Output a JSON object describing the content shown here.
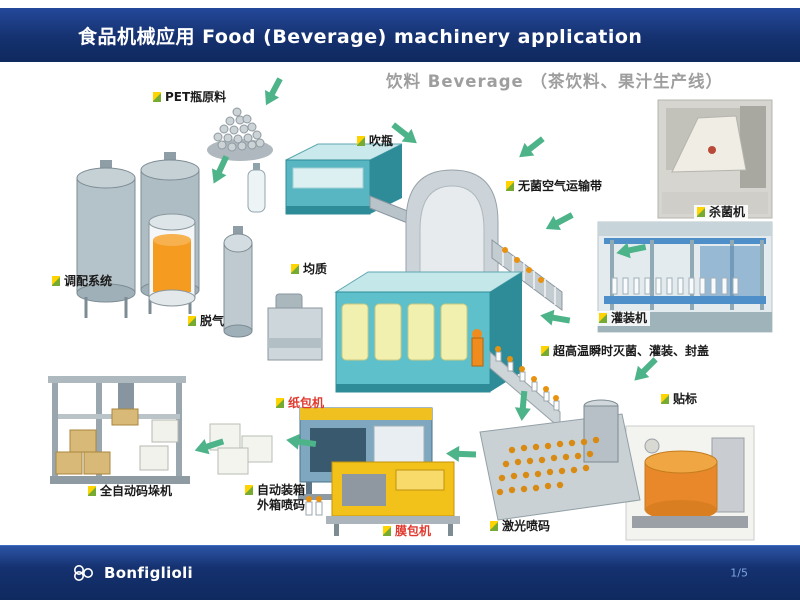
{
  "header": {
    "title": "食品机械应用  Food (Beverage) machinery application"
  },
  "diagram": {
    "watermark": "饮料 Beverage （茶饮料、果汁生产线）",
    "labels": [
      {
        "id": "pet-material",
        "text": "PET瓶原料"
      },
      {
        "id": "blow-molding",
        "text": "吹瓶"
      },
      {
        "id": "sterile-air-conveyor",
        "text": "无菌空气运输带"
      },
      {
        "id": "sterilizer",
        "text": "杀菌机"
      },
      {
        "id": "blending-system",
        "text": "调配系统"
      },
      {
        "id": "homogenizer",
        "text": "均质"
      },
      {
        "id": "degassing",
        "text": "脱气"
      },
      {
        "id": "filling-machine",
        "text": "灌装机"
      },
      {
        "id": "uht-filling-capping",
        "text": "超高温瞬时灭菌、灌装、封盖"
      },
      {
        "id": "labeling",
        "text": "贴标"
      },
      {
        "id": "paper-packer",
        "text": "纸包机"
      },
      {
        "id": "palletizer",
        "text": "全自动码垛机"
      },
      {
        "id": "auto-boxing-coding",
        "text": "自动装箱\n外箱喷码"
      },
      {
        "id": "film-wrapper",
        "text": "膜包机"
      },
      {
        "id": "laser-coding",
        "text": "激光喷码"
      }
    ]
  },
  "footer": {
    "brand": "Bonfiglioli",
    "page": "1/5"
  },
  "icons": {
    "flow_arrow": "block-arrow",
    "brand_logo": "three-rings"
  },
  "colors": {
    "bar_blue": "#15316f",
    "arrow_green": "#4db389",
    "label_red": "#e03a2f",
    "machine_teal": "#5ec0ca",
    "window_yellow": "#f2f0ae",
    "wrapper_yellow": "#f2c21a",
    "tank_gray": "#b4c2c9",
    "juice_orange": "#f59b20",
    "watermark_gray": "#9e9e9e",
    "page_number_blue": "#7fa6e0"
  }
}
